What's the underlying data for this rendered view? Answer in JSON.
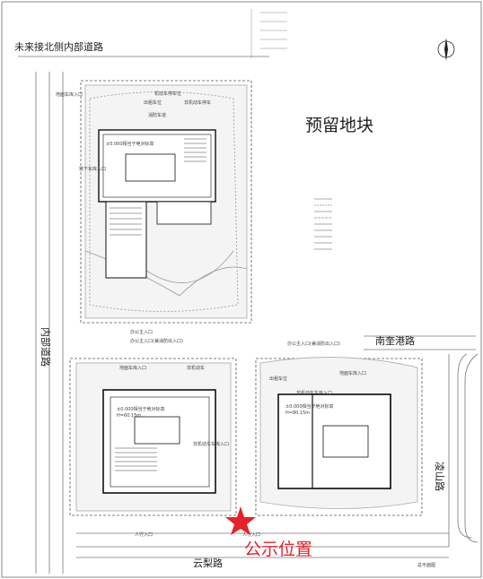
{
  "labels": {
    "north_road": "未来接北侧内部道路",
    "reserved_plot": "预留地块",
    "east_road": "南奎港路",
    "south_road": "云梨路",
    "inner_road": "内部道路",
    "lingshan_road": "凌山路",
    "drawing_name": "总平面图",
    "notice_location": "公示位置"
  },
  "notes": {
    "n1": "地面车库入口",
    "n2": "机动车停车位",
    "n3": "出租车位",
    "n4": "非机动车停车",
    "n5": "消防车道",
    "n6": "±0.000相当于绝对标高",
    "n7": "地下车库入口",
    "n8": "办公主入口",
    "n9": "办公主入口(兼消防出入口)",
    "n10": "办公主入口(兼消防出入口)",
    "n11": "地面车库入口",
    "n12": "非机动车",
    "n13": "地面车库入口",
    "n14": "出租车位",
    "n15": "非机动车车库入口",
    "n16": "±0.000相当于绝对标高",
    "n17": "H=60.15m",
    "n18": "非机动车车库入口",
    "n19": "±0.000相当于绝对标高",
    "n20": "H=80.15m",
    "n21": "人行入口",
    "n22": "人行入口"
  },
  "colors": {
    "accent_red": "#e4222a"
  }
}
